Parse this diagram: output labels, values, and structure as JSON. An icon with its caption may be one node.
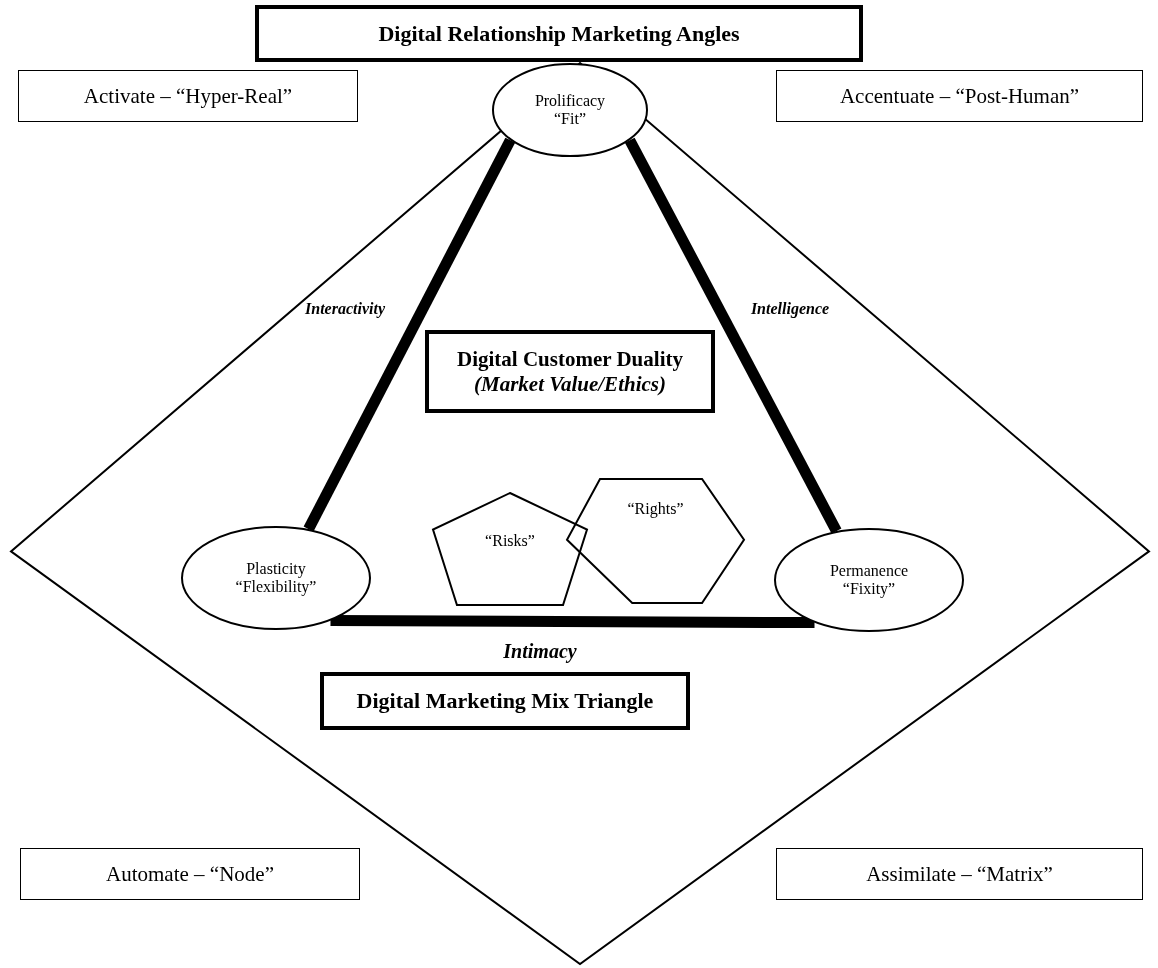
{
  "diagram": {
    "nodes": [
      {
        "text": [
          "Digital Relationship Marketing Angles"
        ]
      },
      {
        "text": [
          "Activate – “Hyper-Real”"
        ]
      },
      {
        "text": [
          "Accentuate – “Post-Human”"
        ]
      },
      {
        "text": [],
        "shape": "diamond"
      },
      {
        "text": [
          "Prolificacy",
          "“Fit”"
        ],
        "in": 3
      },
      {
        "text": [
          "Digital Customer Duality",
          "(Market Value/Ethics)"
        ],
        "in": 3
      },
      {
        "text": [
          "“Risks”"
        ],
        "in": 3
      },
      {
        "text": [
          "“Rights”"
        ],
        "in": 3
      },
      {
        "text": [
          "Plasticity",
          "“Flexibility”"
        ],
        "in": 3
      },
      {
        "text": [
          "Permanence",
          "“Fixity”"
        ],
        "in": 3
      },
      {
        "text": [
          "Digital Marketing Mix Triangle"
        ],
        "in": 3
      },
      {
        "text": [
          "Automate – “Node”"
        ]
      },
      {
        "text": [
          "Assimilate – “Matrix”"
        ]
      }
    ],
    "edges": [
      {
        "from": 4,
        "to": 8,
        "arrow": "none",
        "label": "Interactivity"
      },
      {
        "from": 4,
        "to": 9,
        "arrow": "none",
        "label": "Intelligence"
      },
      {
        "from": 8,
        "to": 9,
        "arrow": "none",
        "label": "Intimacy"
      }
    ]
  }
}
